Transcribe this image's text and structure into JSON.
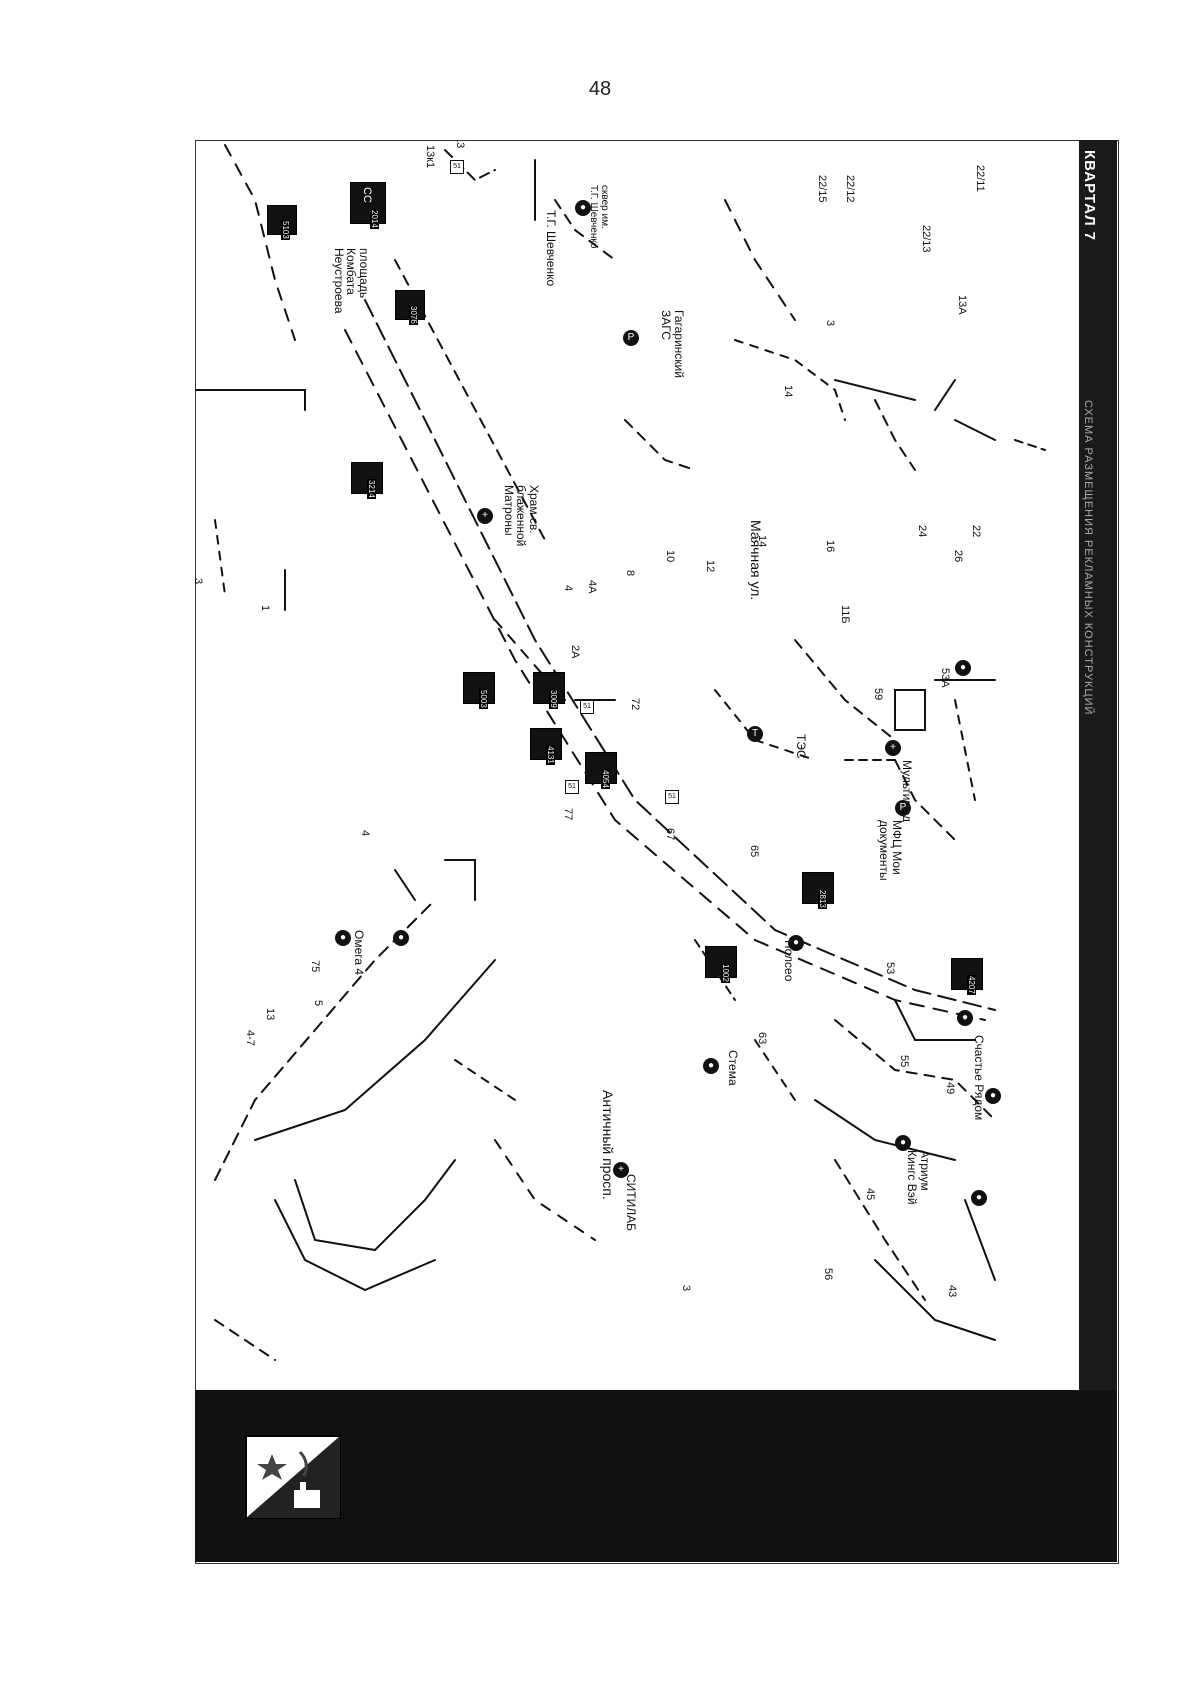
{
  "page_number": "48",
  "banner": {
    "title": "КВАРТАЛ 7",
    "caption": "СХЕМА РАЗМЕЩЕНИЯ РЕКЛАМНЫХ КОНСТРУКЦИЙ"
  },
  "streets": {
    "antichny": "Античный просп.",
    "mayachnaya": "Маячная ул."
  },
  "places": {
    "ploshchad": "площадь\nКомбата\nНеустроева",
    "shevchenko": "Т.Г. Шевченко",
    "skver": "сквер им.\nТ.Г. Шевченко",
    "zags": "Гагаринский\nЗАГС",
    "khram": "Храм св.\nблаженной\nМатроны",
    "tes": "ТЭС",
    "multimed": "Мультимед",
    "mfc": "МФЦ Мои\nдокументы",
    "polsco": "Полсео",
    "omega": "Омега 4",
    "stema": "Стема",
    "sitilab": "СИТИЛАБ",
    "schastye": "Счастье Рядом",
    "atrium": "Атриум\nКингс Вэй",
    "cc": "СС"
  },
  "house_numbers": [
    "13к1",
    "13",
    "22/15",
    "22/12",
    "22/11",
    "22/13",
    "13А",
    "3",
    "14",
    "10",
    "12",
    "14",
    "16",
    "24",
    "22",
    "26",
    "8",
    "4",
    "4А",
    "2А",
    "72",
    "11Б",
    "59",
    "53А",
    "77",
    "67",
    "65",
    "63",
    "53",
    "55",
    "49",
    "45",
    "56",
    "43",
    "3",
    "1",
    "3",
    "4",
    "5",
    "13",
    "4-7",
    "75"
  ],
  "billboards": [
    "5103",
    "2014",
    "3076",
    "3214",
    "5003",
    "3009",
    "4131",
    "4054",
    "2813",
    "1002",
    "4207"
  ],
  "stops": [
    "51",
    "51",
    "51",
    "51"
  ],
  "colors": {
    "ink": "#111111",
    "band": "#1a1a1a",
    "paper": "#ffffff"
  }
}
